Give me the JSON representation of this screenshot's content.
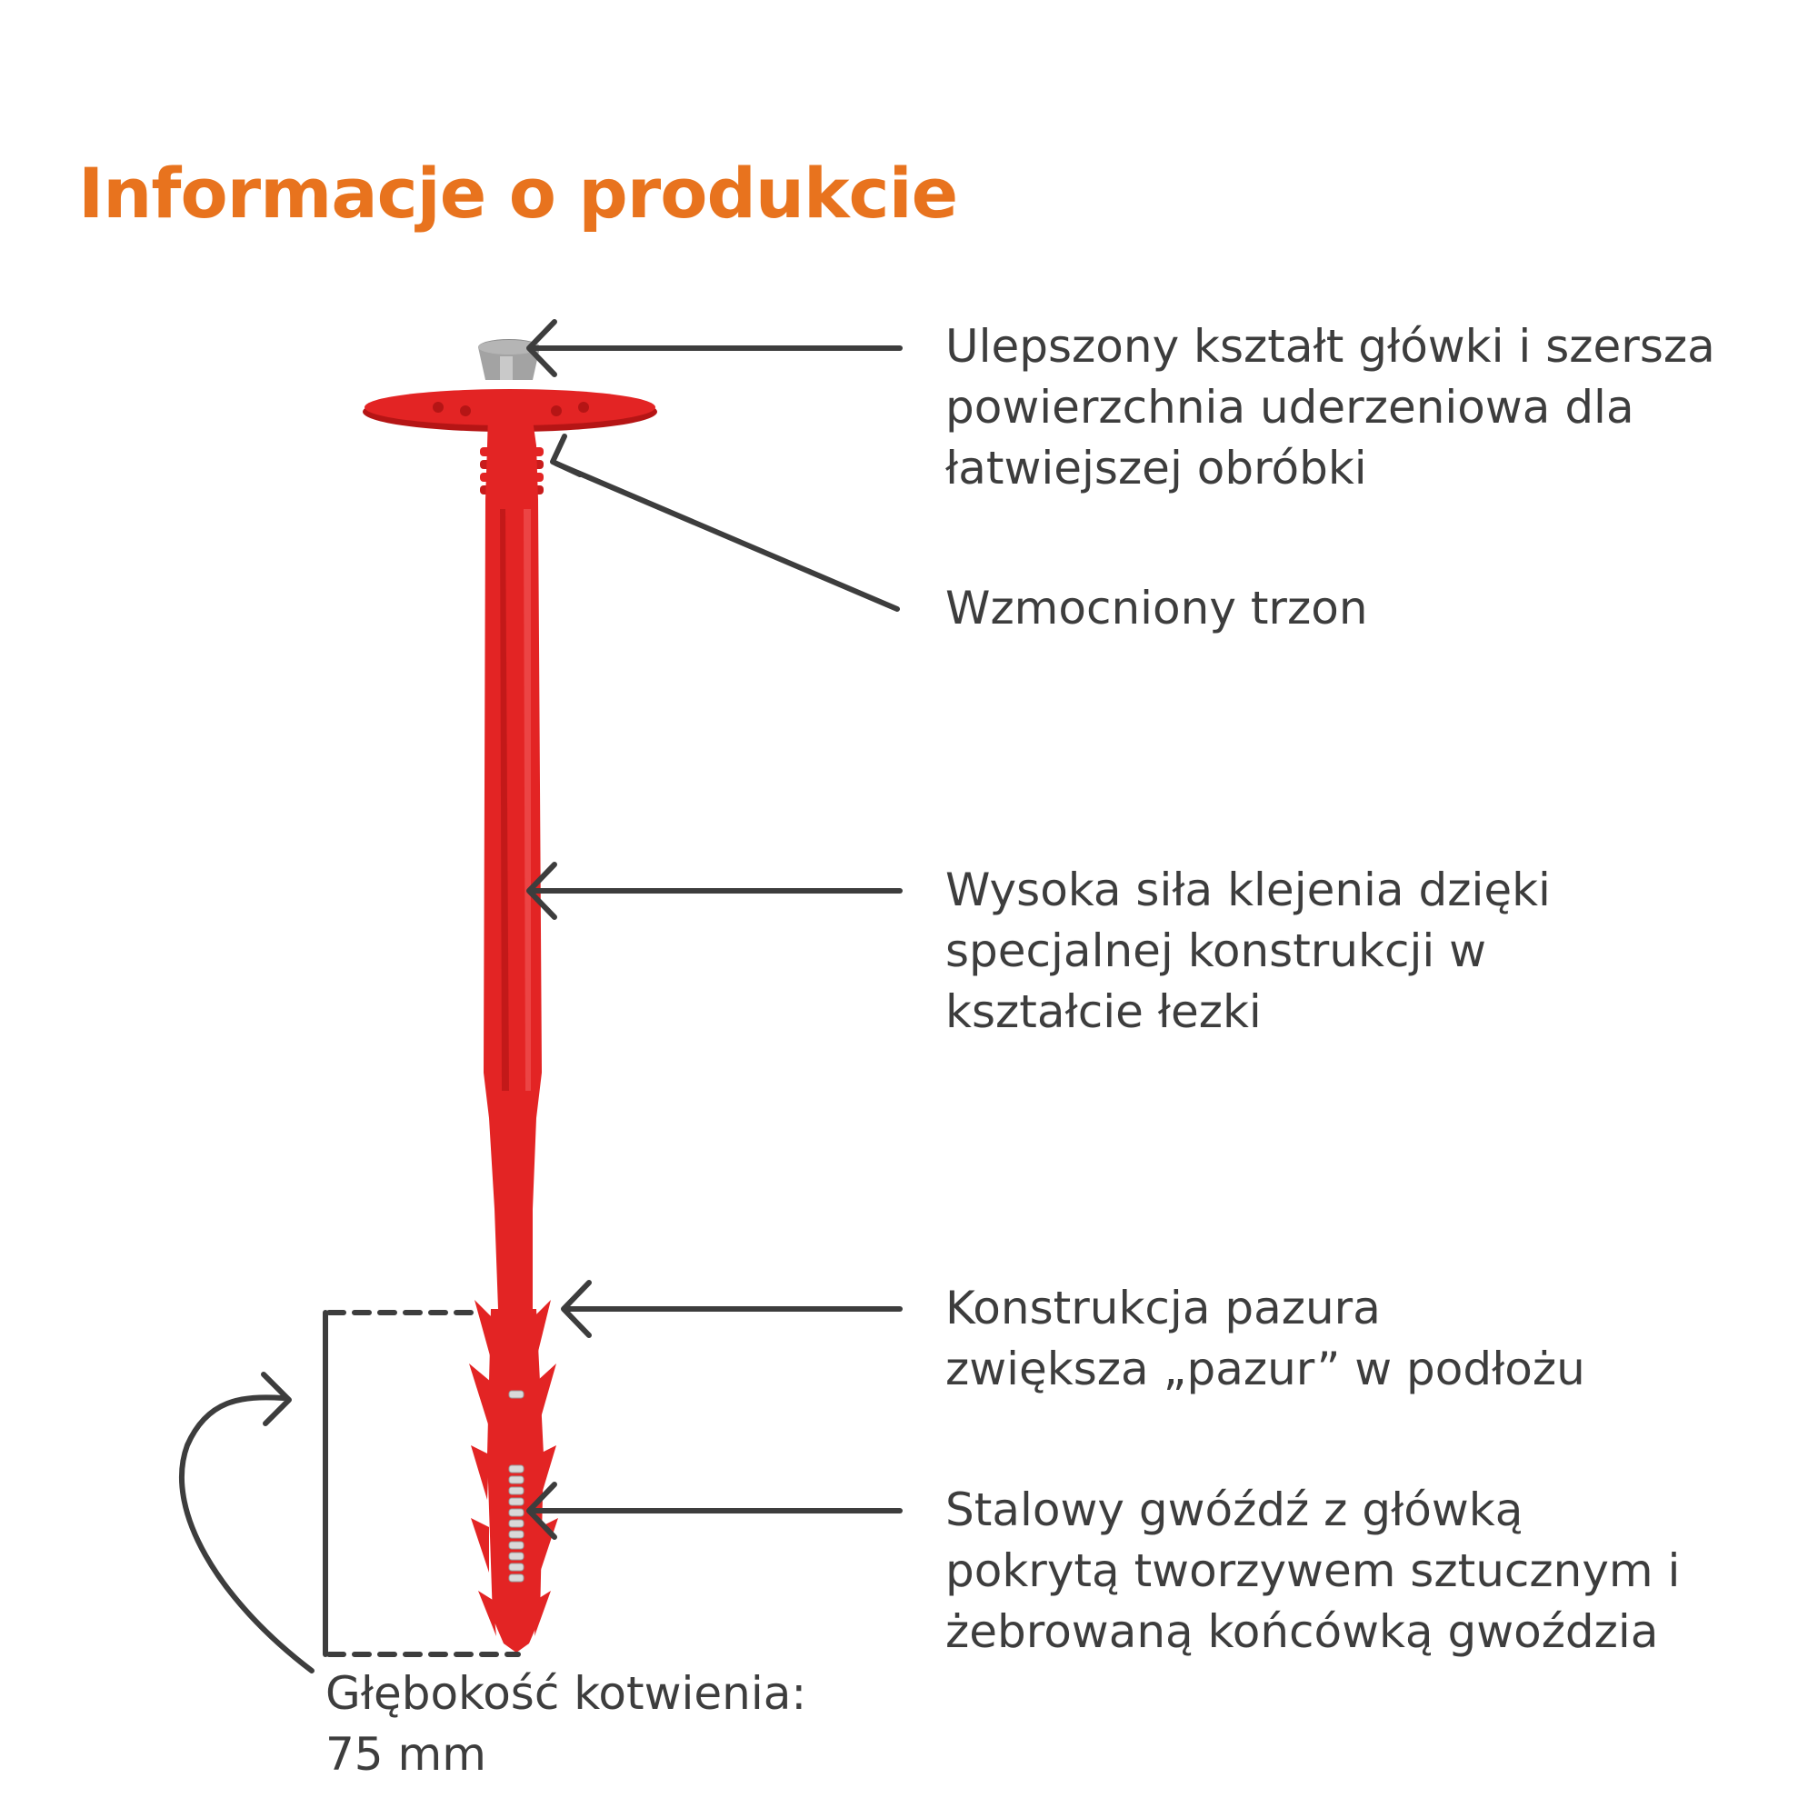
{
  "title": "Informacje o produkcie",
  "callouts": [
    {
      "lines": [
        "Ulepszony kształt główki i szersza",
        "powierzchnia uderzeniowa dla",
        "łatwiejszej obróbki"
      ]
    },
    {
      "lines": [
        "Wzmocniony trzon"
      ]
    },
    {
      "lines": [
        "Wysoka siła klejenia dzięki",
        "specjalnej konstrukcji w",
        "kształcie łezki"
      ]
    },
    {
      "lines": [
        "Konstrukcja pazura",
        "zwiększa „pazur” w podłożu"
      ]
    },
    {
      "lines": [
        "Stalowy gwóźdź z główką",
        "pokrytą tworzywem sztucznym i",
        "żebrowaną końcówką gwoździa"
      ]
    }
  ],
  "anchoring_depth": {
    "lines": [
      "Głębokość kotwienia:",
      "75 mm"
    ]
  },
  "colors": {
    "title": "#E8731E",
    "text": "#3d3d3d",
    "arrow": "#3d3d3d",
    "anchor_body": "#E32424",
    "anchor_shadow": "#B51515",
    "cap": "#9A9A9A"
  }
}
